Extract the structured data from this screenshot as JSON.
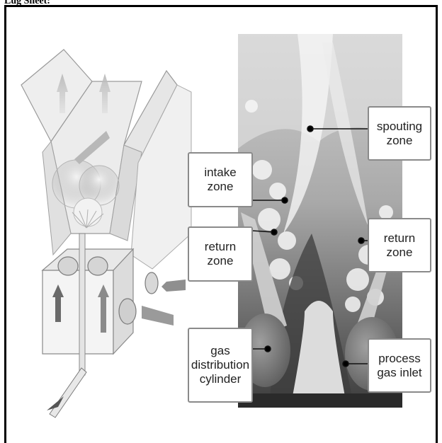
{
  "header": {
    "title": "Lug Sheet:"
  },
  "labels": {
    "spouting": "spouting\nzone",
    "intake": "intake\nzone",
    "return_left": "return\nzone",
    "return_right": "return\nzone",
    "gas_dist": "gas\ndistribution\ncylinder",
    "process_gas": "process\ngas inlet"
  }
}
